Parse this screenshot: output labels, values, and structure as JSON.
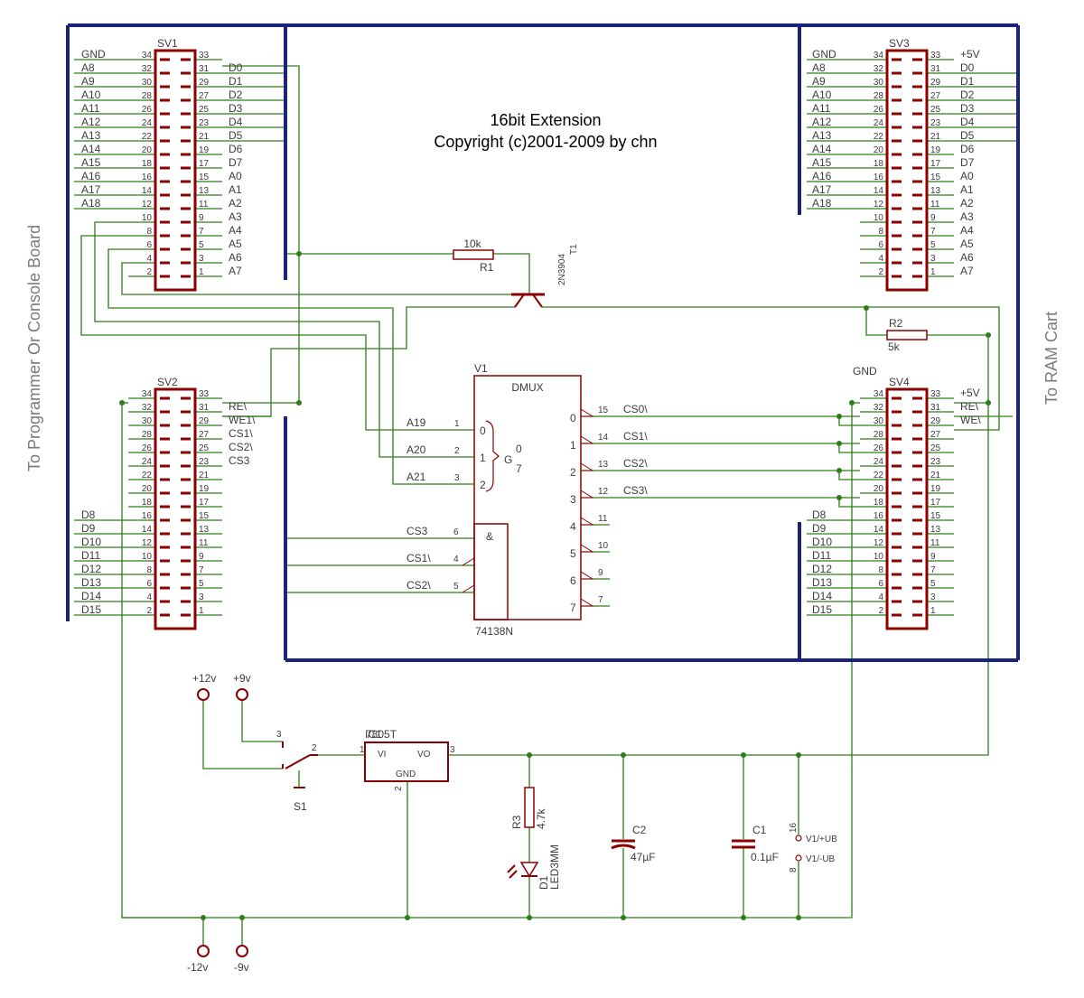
{
  "title": {
    "line1": "16bit Extension",
    "line2": "Copyright (c)2001-2009 by chn"
  },
  "side_labels": {
    "left": "To Programmer Or Console Board",
    "right": "To RAM Cart"
  },
  "colors": {
    "wire": "#2e7d1a",
    "part": "#8b0000",
    "board": "#1a237e",
    "text": "#3c3c3c"
  },
  "connectors": {
    "sv1": {
      "name": "SV1",
      "left": [
        {
          "pin": "34",
          "label": "GND"
        },
        {
          "pin": "32",
          "label": "A8"
        },
        {
          "pin": "30",
          "label": "A9"
        },
        {
          "pin": "28",
          "label": "A10"
        },
        {
          "pin": "26",
          "label": "A11"
        },
        {
          "pin": "24",
          "label": "A12"
        },
        {
          "pin": "22",
          "label": "A13"
        },
        {
          "pin": "20",
          "label": "A14"
        },
        {
          "pin": "18",
          "label": "A15"
        },
        {
          "pin": "16",
          "label": "A16"
        },
        {
          "pin": "14",
          "label": "A17"
        },
        {
          "pin": "12",
          "label": "A18"
        },
        {
          "pin": "10",
          "label": ""
        },
        {
          "pin": "8",
          "label": ""
        },
        {
          "pin": "6",
          "label": ""
        },
        {
          "pin": "4",
          "label": ""
        },
        {
          "pin": "2",
          "label": ""
        }
      ],
      "right": [
        {
          "pin": "33",
          "label": ""
        },
        {
          "pin": "31",
          "label": "D0"
        },
        {
          "pin": "29",
          "label": "D1"
        },
        {
          "pin": "27",
          "label": "D2"
        },
        {
          "pin": "25",
          "label": "D3"
        },
        {
          "pin": "23",
          "label": "D4"
        },
        {
          "pin": "21",
          "label": "D5"
        },
        {
          "pin": "19",
          "label": "D6"
        },
        {
          "pin": "17",
          "label": "D7"
        },
        {
          "pin": "15",
          "label": "A0"
        },
        {
          "pin": "13",
          "label": "A1"
        },
        {
          "pin": "11",
          "label": "A2"
        },
        {
          "pin": "9",
          "label": "A3"
        },
        {
          "pin": "7",
          "label": "A4"
        },
        {
          "pin": "5",
          "label": "A5"
        },
        {
          "pin": "3",
          "label": "A6"
        },
        {
          "pin": "1",
          "label": "A7"
        }
      ]
    },
    "sv3": {
      "name": "SV3",
      "left": [
        {
          "pin": "34",
          "label": "GND"
        },
        {
          "pin": "32",
          "label": "A8"
        },
        {
          "pin": "30",
          "label": "A9"
        },
        {
          "pin": "28",
          "label": "A10"
        },
        {
          "pin": "26",
          "label": "A11"
        },
        {
          "pin": "24",
          "label": "A12"
        },
        {
          "pin": "22",
          "label": "A13"
        },
        {
          "pin": "20",
          "label": "A14"
        },
        {
          "pin": "18",
          "label": "A15"
        },
        {
          "pin": "16",
          "label": "A16"
        },
        {
          "pin": "14",
          "label": "A17"
        },
        {
          "pin": "12",
          "label": "A18"
        },
        {
          "pin": "10",
          "label": ""
        },
        {
          "pin": "8",
          "label": ""
        },
        {
          "pin": "6",
          "label": ""
        },
        {
          "pin": "4",
          "label": ""
        },
        {
          "pin": "2",
          "label": ""
        }
      ],
      "right": [
        {
          "pin": "33",
          "label": "+5V"
        },
        {
          "pin": "31",
          "label": "D0"
        },
        {
          "pin": "29",
          "label": "D1"
        },
        {
          "pin": "27",
          "label": "D2"
        },
        {
          "pin": "25",
          "label": "D3"
        },
        {
          "pin": "23",
          "label": "D4"
        },
        {
          "pin": "21",
          "label": "D5"
        },
        {
          "pin": "19",
          "label": "D6"
        },
        {
          "pin": "17",
          "label": "D7"
        },
        {
          "pin": "15",
          "label": "A0"
        },
        {
          "pin": "13",
          "label": "A1"
        },
        {
          "pin": "11",
          "label": "A2"
        },
        {
          "pin": "9",
          "label": "A3"
        },
        {
          "pin": "7",
          "label": "A4"
        },
        {
          "pin": "5",
          "label": "A5"
        },
        {
          "pin": "3",
          "label": "A6"
        },
        {
          "pin": "1",
          "label": "A7"
        }
      ]
    },
    "sv2": {
      "name": "SV2",
      "left": [
        {
          "pin": "34",
          "label": ""
        },
        {
          "pin": "32",
          "label": ""
        },
        {
          "pin": "30",
          "label": ""
        },
        {
          "pin": "28",
          "label": ""
        },
        {
          "pin": "26",
          "label": ""
        },
        {
          "pin": "24",
          "label": ""
        },
        {
          "pin": "22",
          "label": ""
        },
        {
          "pin": "20",
          "label": ""
        },
        {
          "pin": "18",
          "label": ""
        },
        {
          "pin": "16",
          "label": "D8"
        },
        {
          "pin": "14",
          "label": "D9"
        },
        {
          "pin": "12",
          "label": "D10"
        },
        {
          "pin": "10",
          "label": "D11"
        },
        {
          "pin": "8",
          "label": "D12"
        },
        {
          "pin": "6",
          "label": "D13"
        },
        {
          "pin": "4",
          "label": "D14"
        },
        {
          "pin": "2",
          "label": "D15"
        }
      ],
      "right": [
        {
          "pin": "33",
          "label": ""
        },
        {
          "pin": "31",
          "label": "RE\\"
        },
        {
          "pin": "29",
          "label": "WE1\\"
        },
        {
          "pin": "27",
          "label": "CS1\\"
        },
        {
          "pin": "25",
          "label": "CS2\\"
        },
        {
          "pin": "23",
          "label": "CS3"
        },
        {
          "pin": "21",
          "label": ""
        },
        {
          "pin": "19",
          "label": ""
        },
        {
          "pin": "17",
          "label": ""
        },
        {
          "pin": "15",
          "label": ""
        },
        {
          "pin": "13",
          "label": ""
        },
        {
          "pin": "11",
          "label": ""
        },
        {
          "pin": "9",
          "label": ""
        },
        {
          "pin": "7",
          "label": ""
        },
        {
          "pin": "5",
          "label": ""
        },
        {
          "pin": "3",
          "label": ""
        },
        {
          "pin": "1",
          "label": ""
        }
      ]
    },
    "sv4": {
      "name": "SV4",
      "top_label": "GND",
      "left": [
        {
          "pin": "34",
          "label": ""
        },
        {
          "pin": "32",
          "label": ""
        },
        {
          "pin": "30",
          "label": ""
        },
        {
          "pin": "28",
          "label": ""
        },
        {
          "pin": "26",
          "label": ""
        },
        {
          "pin": "24",
          "label": ""
        },
        {
          "pin": "22",
          "label": ""
        },
        {
          "pin": "20",
          "label": ""
        },
        {
          "pin": "18",
          "label": ""
        },
        {
          "pin": "16",
          "label": "D8"
        },
        {
          "pin": "14",
          "label": "D9"
        },
        {
          "pin": "12",
          "label": "D10"
        },
        {
          "pin": "10",
          "label": "D11"
        },
        {
          "pin": "8",
          "label": "D12"
        },
        {
          "pin": "6",
          "label": "D13"
        },
        {
          "pin": "4",
          "label": "D14"
        },
        {
          "pin": "2",
          "label": "D15"
        }
      ],
      "right": [
        {
          "pin": "33",
          "label": "+5V"
        },
        {
          "pin": "31",
          "label": "RE\\"
        },
        {
          "pin": "29",
          "label": "WE\\"
        },
        {
          "pin": "27",
          "label": ""
        },
        {
          "pin": "25",
          "label": ""
        },
        {
          "pin": "23",
          "label": ""
        },
        {
          "pin": "21",
          "label": ""
        },
        {
          "pin": "19",
          "label": ""
        },
        {
          "pin": "17",
          "label": ""
        },
        {
          "pin": "15",
          "label": ""
        },
        {
          "pin": "13",
          "label": ""
        },
        {
          "pin": "11",
          "label": ""
        },
        {
          "pin": "9",
          "label": ""
        },
        {
          "pin": "7",
          "label": ""
        },
        {
          "pin": "5",
          "label": ""
        },
        {
          "pin": "3",
          "label": ""
        },
        {
          "pin": "1",
          "label": ""
        }
      ]
    }
  },
  "dmux": {
    "ref": "V1",
    "title": "DMUX",
    "part": "74138N",
    "and_sym": "&",
    "g": "G",
    "g0": "0",
    "g7": "7",
    "sel_inputs": [
      {
        "net": "A19",
        "pin": "1",
        "code": "0"
      },
      {
        "net": "A20",
        "pin": "2",
        "code": "1"
      },
      {
        "net": "A21",
        "pin": "3",
        "code": "2"
      }
    ],
    "en_inputs": [
      {
        "net": "CS3",
        "pin": "6"
      },
      {
        "net": "CS1\\",
        "pin": "4"
      },
      {
        "net": "CS2\\",
        "pin": "5"
      }
    ],
    "outputs": [
      {
        "num": "0",
        "pin": "15",
        "net": "CS0\\"
      },
      {
        "num": "1",
        "pin": "14",
        "net": "CS1\\"
      },
      {
        "num": "2",
        "pin": "13",
        "net": "CS2\\"
      },
      {
        "num": "3",
        "pin": "12",
        "net": "CS3\\"
      },
      {
        "num": "4",
        "pin": "11",
        "net": ""
      },
      {
        "num": "5",
        "pin": "10",
        "net": ""
      },
      {
        "num": "6",
        "pin": "9",
        "net": ""
      },
      {
        "num": "7",
        "pin": "7",
        "net": ""
      }
    ]
  },
  "r1": {
    "ref": "R1",
    "value": "10k"
  },
  "r2": {
    "ref": "R2",
    "value": "5k"
  },
  "r3": {
    "ref": "R3",
    "value": "4.7k"
  },
  "t1": {
    "ref": "T1",
    "part": "2N3904"
  },
  "ic1": {
    "ref": "IC1",
    "part": "7805T",
    "vi": "VI",
    "vo": "VO",
    "gnd": "GND",
    "pin1": "1",
    "pin2": "2",
    "pin3": "3"
  },
  "s1": {
    "ref": "S1",
    "pin2": "2",
    "pin3": "3"
  },
  "d1": {
    "ref": "D1",
    "part": "LED3MM"
  },
  "c1": {
    "ref": "C1",
    "value": "0.1µF"
  },
  "c2": {
    "ref": "C2",
    "value": "47µF"
  },
  "supply_pins": {
    "p16": "16",
    "p8": "8",
    "vplus": "V1/+UB",
    "vminus": "V1/-UB"
  },
  "power": {
    "p12": "+12v",
    "p9": "+9v",
    "m12": "-12v",
    "m9": "-9v"
  }
}
